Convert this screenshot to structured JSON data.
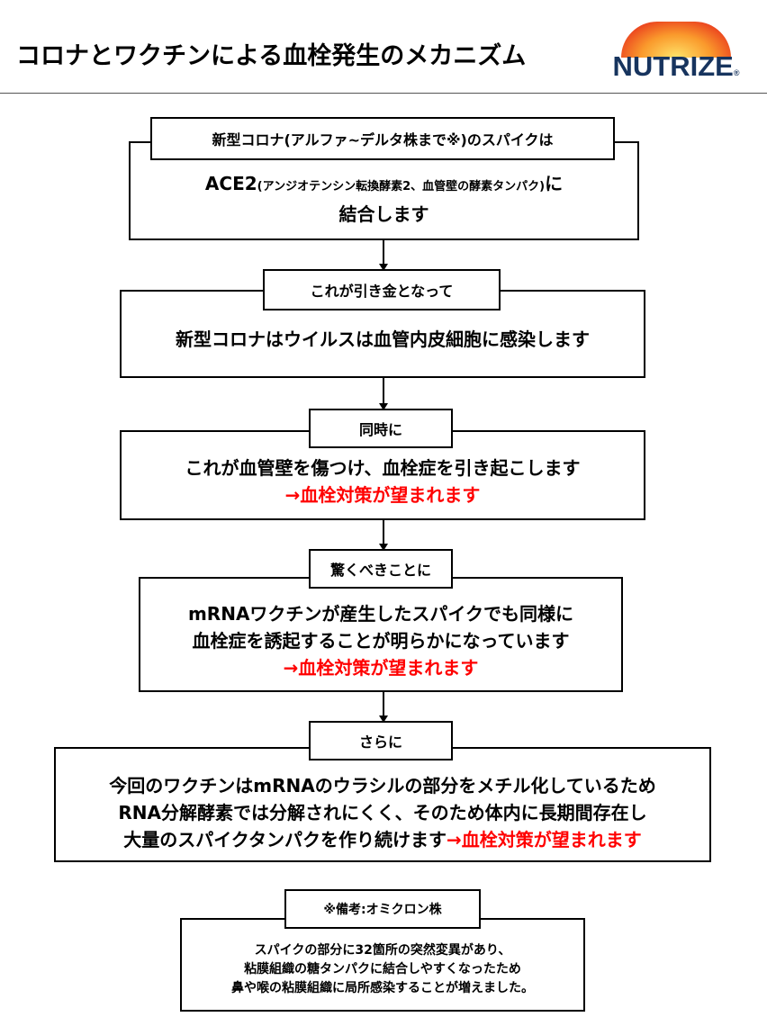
{
  "header": {
    "title": "コロナとワクチンによる血栓発生のメカニズム",
    "logo": "NUTRIZE",
    "logo_mark": "®"
  },
  "flow": {
    "step1": {
      "label": "新型コロナ(アルファ~デルタ株まで※)のスパイクは",
      "ace2": "ACE2",
      "ace2_note": "(アンジオテンシン転換酵素2、血管壁の酵素タンパク)",
      "ace2_tail": "に",
      "line2": "結合します"
    },
    "step2": {
      "label": "これが引き金となって",
      "line1": "新型コロナはウイルスは血管内皮細胞に感染します"
    },
    "step3": {
      "label": "同時に",
      "line1": "これが血管壁を傷つけ、血栓症を引き起こします",
      "line2": "→血栓対策が望まれます"
    },
    "step4": {
      "label": "驚くべきことに",
      "line1": "mRNAワクチンが産生したスパイクでも同様に",
      "line2": "血栓症を誘起することが明らかになっています",
      "line3": "→血栓対策が望まれます"
    },
    "step5": {
      "label": "さらに",
      "line1": "今回のワクチンはmRNAのウラシルの部分をメチル化しているため",
      "line2": "RNA分解酵素では分解されにくく、そのため体内に長期間存在し",
      "line3": "大量のスパイクタンパクを作り続けます",
      "line3_red": "→血栓対策が望まれます"
    },
    "note": {
      "label": "※備考:オミクロン株",
      "line1": "スパイクの部分に32箇所の突然変異があり、",
      "line2": "粘膜組織の糖タンパクに結合しやすくなったため",
      "line3": "鼻や喉の粘膜組織に局所感染することが増えました。"
    }
  }
}
